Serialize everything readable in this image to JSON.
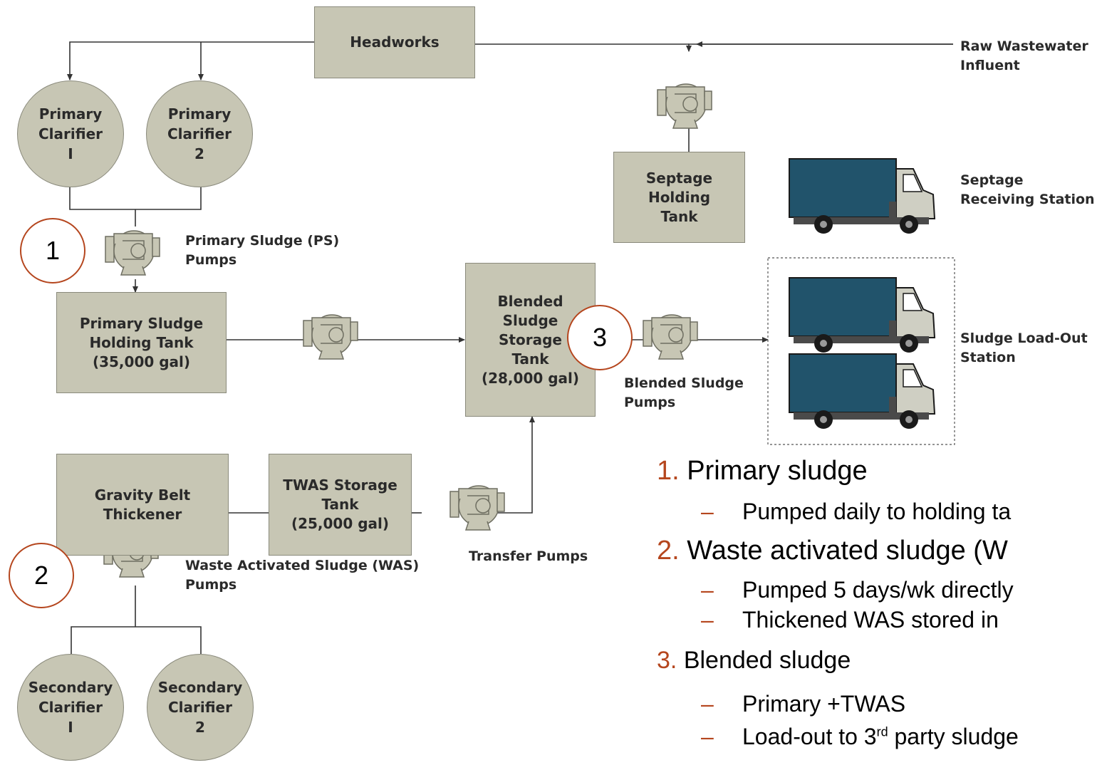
{
  "headworks": "Headworks",
  "raw_influent": "Raw Wastewater\nInfluent",
  "primary_clarifiers": [
    "Primary\nClarifier\nI",
    "Primary\nClarifier\n2"
  ],
  "septage_tank": "Septage\nHolding\nTank",
  "septage_station": "Septage\nReceiving Station",
  "ps_pumps": "Primary Sludge (PS)\nPumps",
  "ps_tank": "Primary Sludge\nHolding Tank\n(35,000 gal)",
  "blended_tank": "Blended\nSludge\nStorage\nTank\n(28,000 gal)",
  "blended_pumps": "Blended Sludge\nPumps",
  "loadout_station": "Sludge Load-Out\nStation",
  "gbt": "Gravity Belt\nThickener",
  "twas_tank": "TWAS Storage\nTank\n(25,000 gal)",
  "transfer_pumps": "Transfer Pumps",
  "was_pumps": "Waste Activated Sludge (WAS)\nPumps",
  "secondary_clarifiers": [
    "Secondary\nClarifier\nI",
    "Secondary\nClarifier\n2"
  ],
  "markers": [
    "1",
    "2",
    "3"
  ],
  "notes": {
    "n1": "1.",
    "h1": "Primary sludge",
    "s1": "Pumped daily to holding ta",
    "n2": "2.",
    "h2": "Waste activated sludge (W",
    "s2a": "Pumped 5 days/wk directly",
    "s2b": "Thickened WAS stored in",
    "n3": "3.",
    "h3": "Blended sludge",
    "s3a": "Primary +TWAS",
    "s3b_pre": "Load-out to 3",
    "s3b_sup": "rd",
    "s3b_post": " party sludge",
    "dash": "–"
  },
  "colors": {
    "component": "#c7c6b4",
    "accent": "#b5461e",
    "truck_body": "#21536b",
    "line": "#333333"
  },
  "icons": [
    "pump-icon",
    "truck-icon"
  ]
}
